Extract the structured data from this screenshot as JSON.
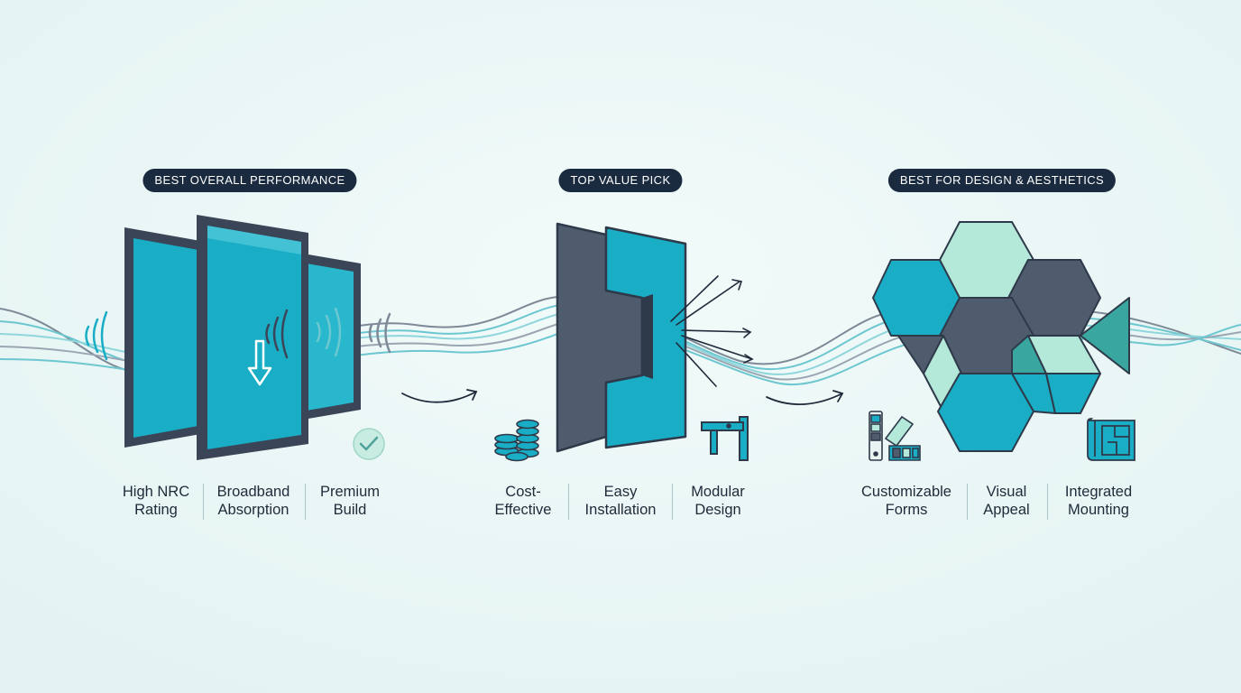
{
  "colors": {
    "background": "#eaf6f5",
    "pill": "#1a2a3f",
    "panel_teal": "#19adc6",
    "panel_dark": "#4f5c6d",
    "frame": "#3a4658",
    "mint": "#b4e8d8",
    "wave_light": "#6dc7d0",
    "wave_gray": "#7e8a97",
    "text": "#1f2a3a"
  },
  "sections": [
    {
      "badge": "BEST OVERALL PERFORMANCE",
      "features": [
        {
          "line1": "High NRC",
          "line2": "Rating"
        },
        {
          "line1": "Broadband",
          "line2": "Absorption"
        },
        {
          "line1": "Premium",
          "line2": "Build"
        }
      ]
    },
    {
      "badge": "TOP VALUE PICK",
      "features": [
        {
          "line1": "Cost-",
          "line2": "Effective"
        },
        {
          "line1": "Easy",
          "line2": "Installation"
        },
        {
          "line1": "Modular",
          "line2": "Design"
        }
      ]
    },
    {
      "badge": "BEST FOR DESIGN & AESTHETICS",
      "features": [
        {
          "line1": "Customizable",
          "line2": "Forms"
        },
        {
          "line1": "Visual",
          "line2": "Appeal"
        },
        {
          "line1": "Integrated",
          "line2": "Mounting"
        }
      ]
    }
  ],
  "icons": [
    "sound-wave-icon",
    "down-arrow-icon",
    "checkmark-icon",
    "flow-arrow-icon",
    "coin-stack-icon",
    "mounting-bracket-icon",
    "color-swatch-icon",
    "blueprint-icon"
  ]
}
